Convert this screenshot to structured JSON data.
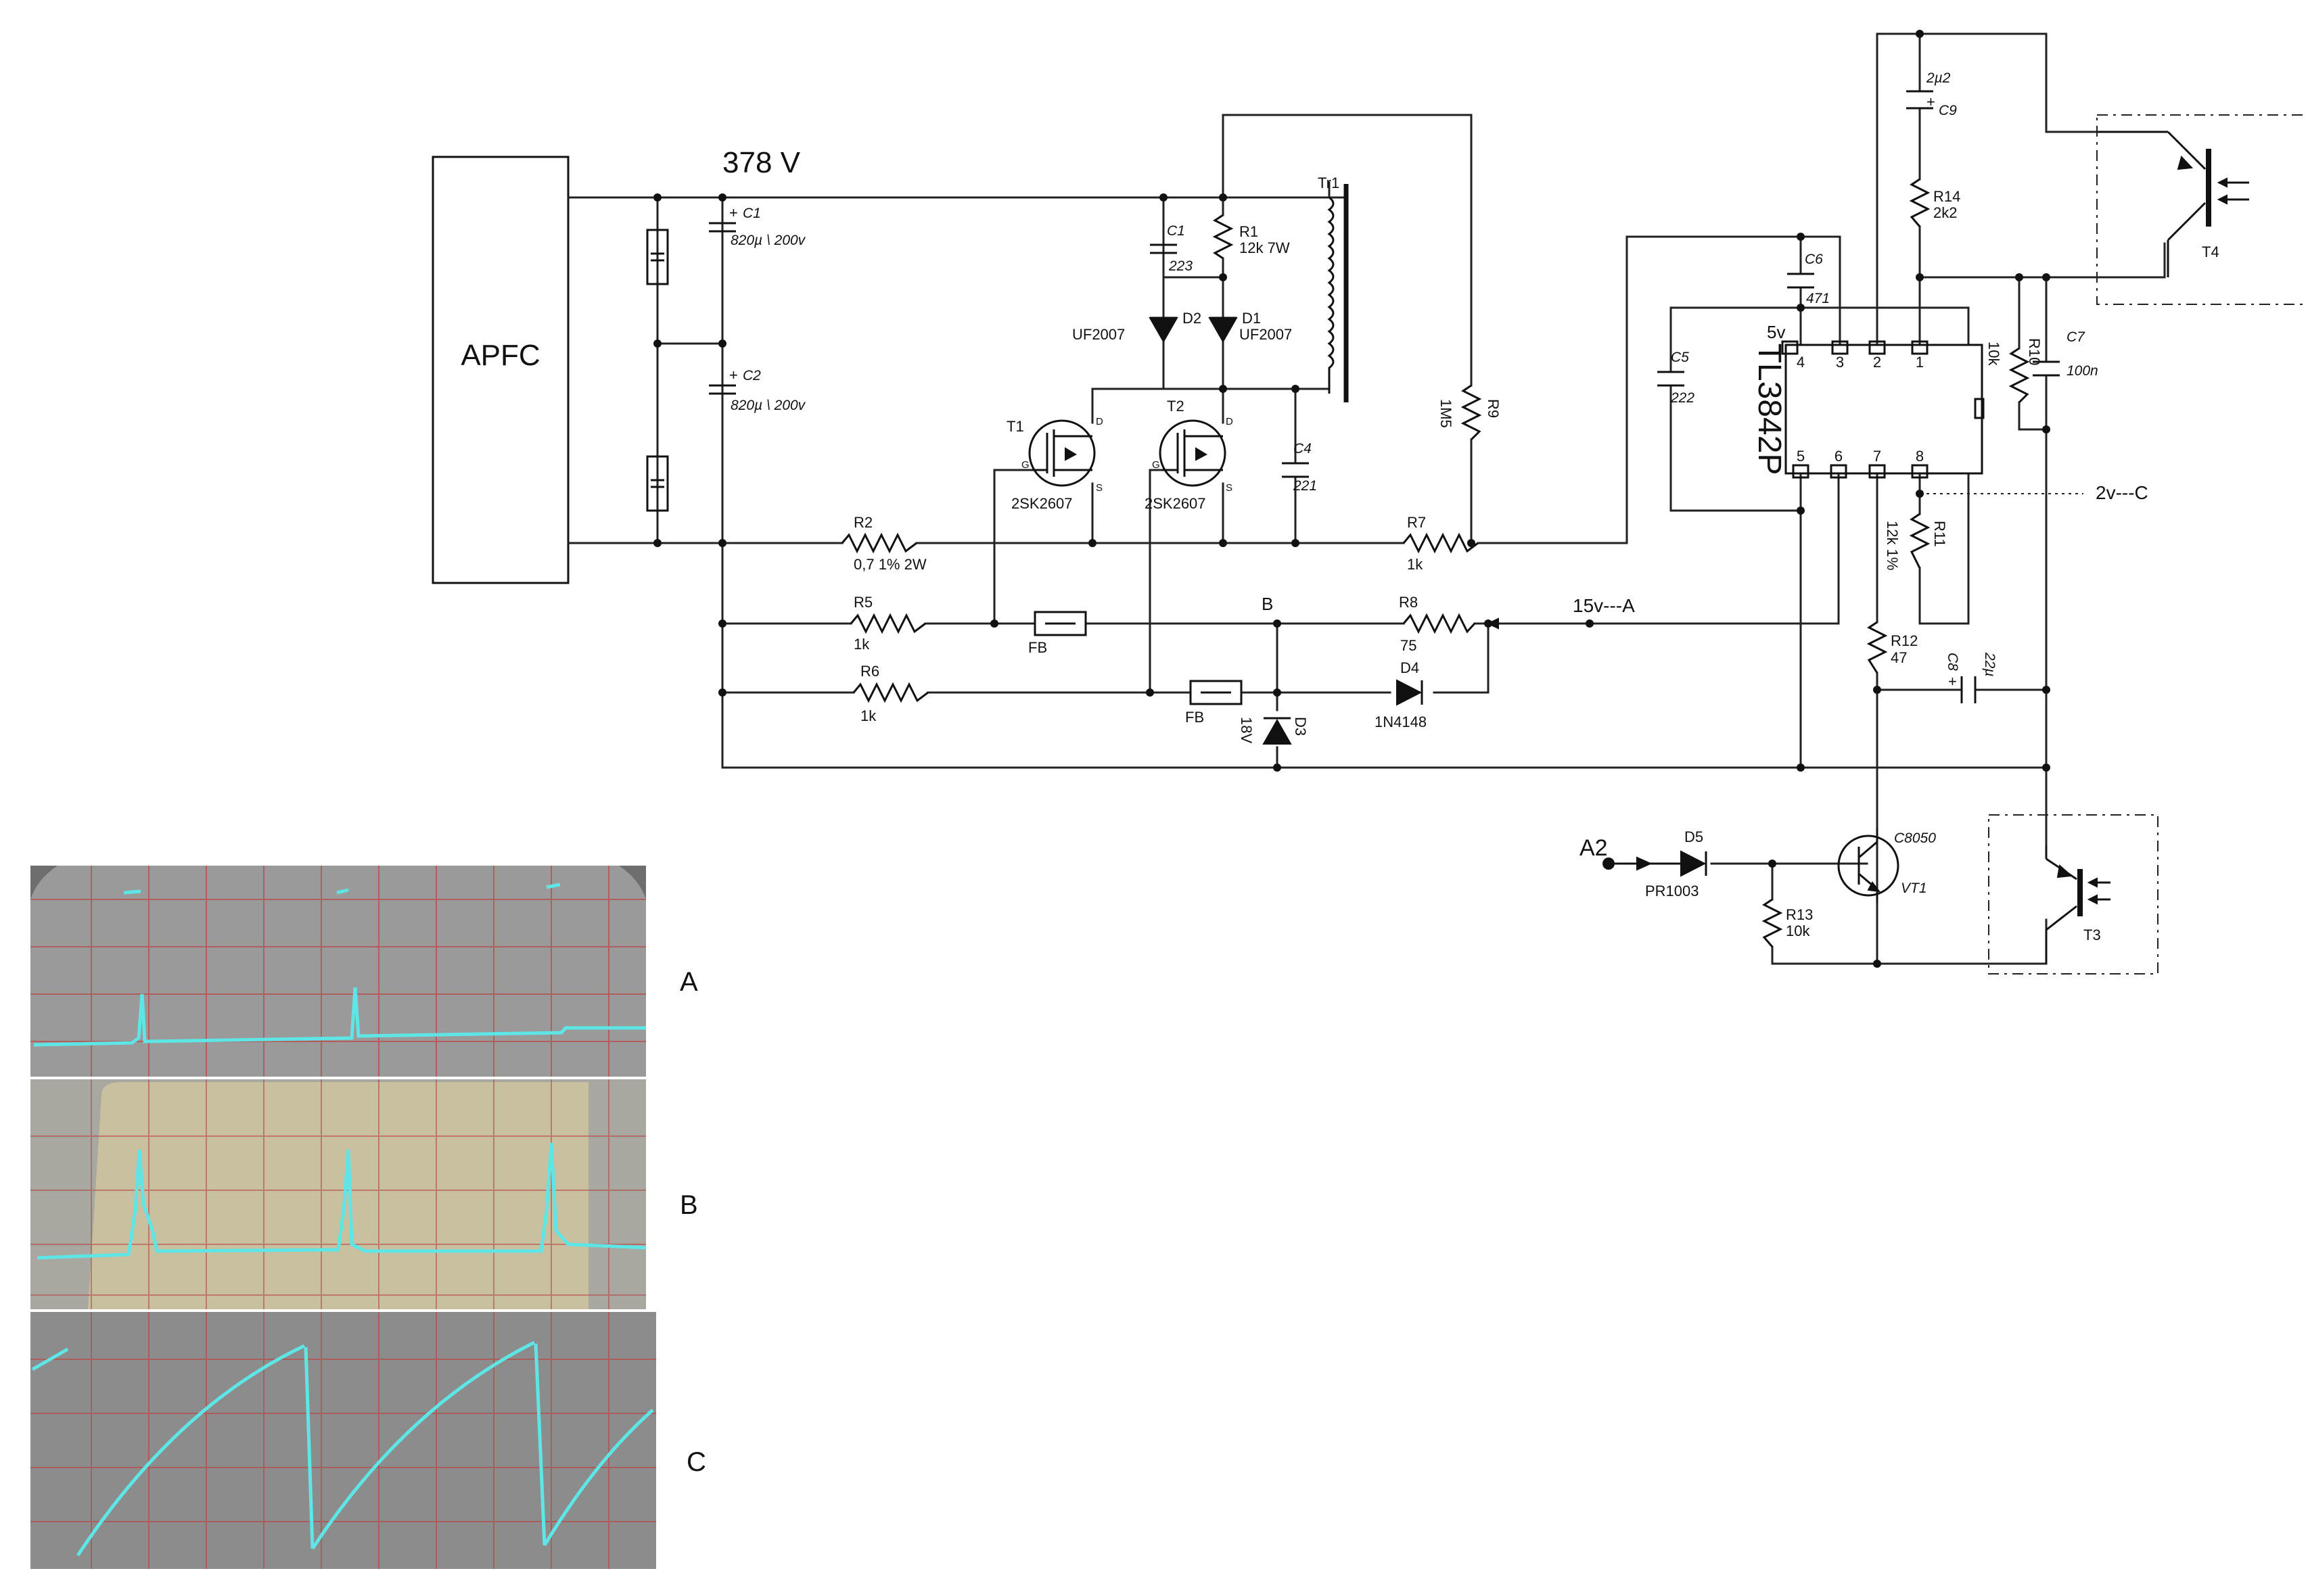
{
  "bus_voltage": "378 V",
  "blocks": {
    "apfc": "APFC",
    "ic": "TL3842P",
    "ic_supply": "5v"
  },
  "ic_pins": [
    "1",
    "2",
    "3",
    "4",
    "5",
    "6",
    "7",
    "8"
  ],
  "components": {
    "c1_top": {
      "name": "C1",
      "value": "820µ \\ 200v",
      "polarity": "+"
    },
    "c2_top": {
      "name": "C2",
      "value": "820µ \\ 200v",
      "polarity": "+"
    },
    "c1_snub": {
      "name": "C1",
      "value": "223"
    },
    "r1": {
      "name": "R1",
      "value": "12k 7W"
    },
    "d2": {
      "name": "D2",
      "value": "UF2007"
    },
    "d1": {
      "name": "D1",
      "value": "UF2007"
    },
    "tr1": {
      "name": "Tr1"
    },
    "r9": {
      "name": "R9",
      "value": "1M5"
    },
    "t1": {
      "name": "T1",
      "value": "2SK2607",
      "g": "G",
      "d": "D",
      "s": "S"
    },
    "t2": {
      "name": "T2",
      "value": "2SK2607",
      "g": "G",
      "d": "D",
      "s": "S"
    },
    "c4": {
      "name": "C4",
      "value": "221"
    },
    "r2": {
      "name": "R2",
      "value": "0,7 1% 2W"
    },
    "r7": {
      "name": "R7",
      "value": "1k"
    },
    "r5": {
      "name": "R5",
      "value": "1k"
    },
    "fb1": {
      "name": "FB"
    },
    "node_b": "B",
    "r8": {
      "name": "R8",
      "value": "75"
    },
    "node_a": "15v---A",
    "r6": {
      "name": "R6",
      "value": "1k"
    },
    "fb2": {
      "name": "FB"
    },
    "d3": {
      "name": "D3",
      "value": "18V"
    },
    "d4": {
      "name": "D4",
      "value": "1N4148"
    },
    "c6": {
      "name": "C6",
      "value": "471"
    },
    "c5": {
      "name": "C5",
      "value": "222"
    },
    "c9": {
      "name": "C9",
      "value": "2µ2",
      "polarity": "+"
    },
    "r14": {
      "name": "R14",
      "value": "2k2"
    },
    "r10": {
      "name": "R10",
      "value": "10k"
    },
    "c7": {
      "name": "C7",
      "value": "100n"
    },
    "t4": {
      "name": "T4"
    },
    "node_c": "2v---C",
    "r11": {
      "name": "R11",
      "value": "12k 1%"
    },
    "r12": {
      "name": "R12",
      "value": "47"
    },
    "c8": {
      "name": "C8",
      "value": "22µ",
      "polarity": "+"
    },
    "a2": "A2",
    "d5": {
      "name": "D5",
      "value": "PR1003"
    },
    "vt1": {
      "name": "VT1",
      "value": "C8050"
    },
    "r13": {
      "name": "R13",
      "value": "10k"
    },
    "t3": {
      "name": "T3"
    }
  },
  "scope_labels": [
    "A",
    "B",
    "C"
  ],
  "colors": {
    "trace": "#5ee6e6",
    "grid": "#b84a4a",
    "scope_gray": "#8c8c8c",
    "scope_beige": "#c9c0a0"
  }
}
